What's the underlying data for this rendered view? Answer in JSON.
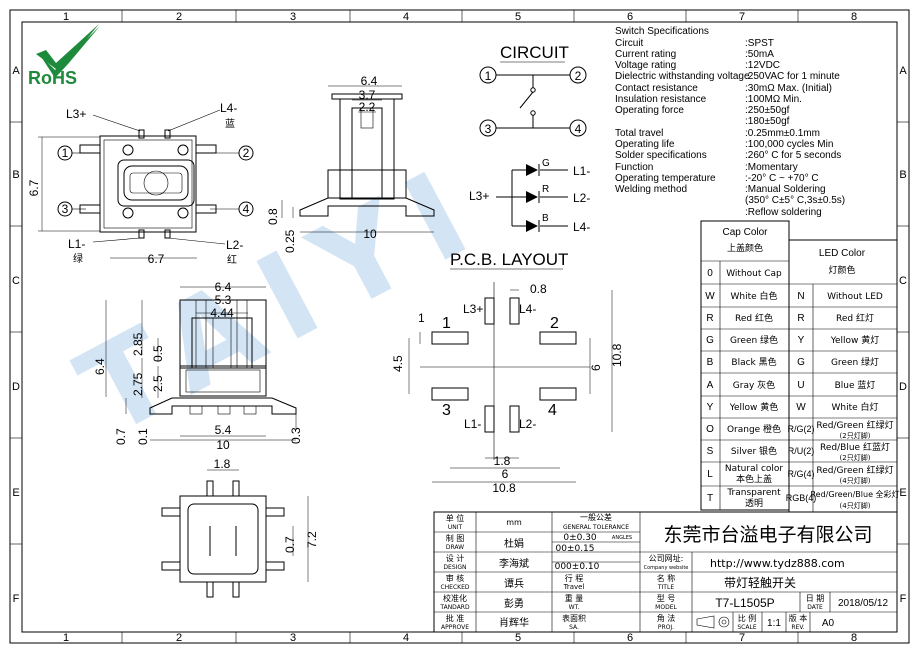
{
  "frame": {
    "cols": [
      "1",
      "2",
      "3",
      "4",
      "5",
      "6",
      "7",
      "8"
    ],
    "rows": [
      "A",
      "B",
      "C",
      "D",
      "E",
      "F"
    ]
  },
  "logo": {
    "text": "RoHS",
    "color": "#1e8a3c"
  },
  "watermark": {
    "text": "TAIYI",
    "color": "#3a86d6"
  },
  "circuit": {
    "title": "CIRCUIT",
    "pins": [
      "1",
      "2",
      "3",
      "4"
    ],
    "led_labels": {
      "g": "G",
      "r": "R",
      "b": "B"
    },
    "leds": [
      "L1-",
      "L2-",
      "L4-"
    ],
    "common": "L3+"
  },
  "top_view": {
    "l3": "L3+",
    "l4": "L4-",
    "l4_color": "蓝",
    "l1": "L1-",
    "l1_color": "绿",
    "l2": "L2-",
    "l2_color": "红",
    "pins": [
      "1",
      "2",
      "3",
      "4"
    ],
    "dim_h": "6.7",
    "dim_w": "6.7"
  },
  "side_view": {
    "w64": "6.4",
    "w37": "3.7",
    "w22": "2.2",
    "d08": "0.8",
    "d025": "0.25",
    "d10": "10"
  },
  "front_view": {
    "w64": "6.4",
    "w53": "5.3",
    "w444": "4.44",
    "h285": "2.85",
    "h05": "0.5",
    "h64": "6.4",
    "h275": "2.75",
    "h25": "2.5",
    "h07": "0.7",
    "h01": "0.1",
    "w54": "5.4",
    "w10": "10",
    "h03": "0.3"
  },
  "bottom_view": {
    "w18": "1.8",
    "h07": "0.7",
    "h72": "7.2"
  },
  "pcb": {
    "title": "P.C.B. LAYOUT",
    "l3": "L3+",
    "l4": "L4-",
    "l1": "L1-",
    "l2": "L2-",
    "d08": "0.8",
    "d1": "1",
    "d45": "4.5",
    "d6": "6",
    "d108v": "10.8",
    "d18": "1.8",
    "d6h": "6",
    "d108h": "10.8",
    "pads": [
      "1",
      "2",
      "3",
      "4"
    ]
  },
  "specs": {
    "heading": "Switch Specifications",
    "rows": [
      {
        "k": "Circuit",
        "v": ":SPST"
      },
      {
        "k": "Current rating",
        "v": ":50mA"
      },
      {
        "k": "Voltage rating",
        "v": ":12VDC"
      },
      {
        "k": "Dielectric withstanding voltage",
        "v": ":250VAC for 1 minute"
      },
      {
        "k": "Contact resistance",
        "v": ":30mΩ  Max. (Initial)"
      },
      {
        "k": "Insulation resistance",
        "v": ":100MΩ  Min."
      },
      {
        "k": "Operating force",
        "v": ":250±50gf"
      },
      {
        "k": "",
        "v": ":180±50gf"
      },
      {
        "k": "Total travel",
        "v": ":0.25mm±0.1mm"
      },
      {
        "k": "Operating life",
        "v": ":100,000 cycles Min"
      },
      {
        "k": "Solder specifications",
        "v": ":260° C for 5 seconds"
      },
      {
        "k": "Function",
        "v": ":Momentary"
      },
      {
        "k": "Operating temperature",
        "v": ":-20° C ~ +70° C"
      },
      {
        "k": "Welding method",
        "v": ":Manual Soldering"
      },
      {
        "k": "",
        "v": "(350° C±5° C,3s±0.5s)"
      },
      {
        "k": "",
        "v": ":Reflow soldering"
      }
    ]
  },
  "cap_table": {
    "title_en": "Cap Color",
    "title_cn": "上盖颜色",
    "rows": [
      {
        "code": "0",
        "name": "Without Cap"
      },
      {
        "code": "W",
        "name": "White  白色"
      },
      {
        "code": "R",
        "name": "Red    红色"
      },
      {
        "code": "G",
        "name": "Green  绿色"
      },
      {
        "code": "B",
        "name": "Black  黑色"
      },
      {
        "code": "A",
        "name": "Gray   灰色"
      },
      {
        "code": "Y",
        "name": "Yellow 黄色"
      },
      {
        "code": "O",
        "name": "Orange 橙色"
      },
      {
        "code": "S",
        "name": "Silver  银色"
      },
      {
        "code": "L",
        "name": "Natural color",
        "name2": "本色上盖"
      },
      {
        "code": "T",
        "name": "Transparent",
        "name2": "透明"
      }
    ]
  },
  "led_table": {
    "title_en": "LED Color",
    "title_cn": "灯颜色",
    "rows": [
      {
        "code": "N",
        "name": "Without LED"
      },
      {
        "code": "R",
        "name": "Red   红灯"
      },
      {
        "code": "Y",
        "name": "Yellow 黄灯"
      },
      {
        "code": "G",
        "name": "Green 绿灯"
      },
      {
        "code": "U",
        "name": "Blue  蓝灯"
      },
      {
        "code": "W",
        "name": "White  白灯"
      },
      {
        "code": "R/G(2)",
        "name": "Red/Green 红绿灯",
        "name2": "(2只灯脚)"
      },
      {
        "code": "R/U(2)",
        "name": "Red/Blue 红蓝灯",
        "name2": "(2只灯脚)"
      },
      {
        "code": "R/G(4)",
        "name": "Red/Green 红绿灯",
        "name2": "(4只灯脚)"
      },
      {
        "code": "RGB(4)",
        "name": "Red/Green/Blue 全彩灯",
        "name2": "(4只灯脚)"
      }
    ]
  },
  "title_block": {
    "unit_cn": "单 位",
    "unit_en": "UNIT",
    "unit_val": "mm",
    "tol_cn": "一般公差",
    "tol_en": "GENERAL TOLERANCE",
    "draw_cn": "制 图",
    "draw_en": "DRAW",
    "draw_val": "杜娟",
    "design_cn": "设 计",
    "design_en": "DESIGN",
    "design_val": "李海斌",
    "check_cn": "审 核",
    "check_en": "CHECKED",
    "check_val": "谭兵",
    "std_cn": "校准化",
    "std_en": "TANDARD",
    "std_val": "彭勇",
    "appr_cn": "批 准",
    "appr_en": "APPROVE",
    "appr_val": "肖辉华",
    "tol1": "0±0.30",
    "tol1b": "ANGLES",
    "tol2": "00±0.15",
    "tol3": "000±0.10",
    "travel_cn": "行 程",
    "travel_en": "Travel",
    "wt_cn": "重 量",
    "wt_en": "WT.",
    "sa_cn": "表面积",
    "sa_en": "SA.",
    "company": "东莞市台溢电子有限公司",
    "website_cn": "公司网址:",
    "website_en": "Company website",
    "website": "http://www.tydz888.com",
    "title_cn": "名 称",
    "title_en": "TITLE",
    "title_val": "带灯轻触开关",
    "model_cn": "型 号",
    "model_en": "MODEL",
    "model_val": "T7-L1505P",
    "date_cn": "日 期",
    "date_en": "DATE",
    "date_val": "2018/05/12",
    "proj_cn": "角 法",
    "proj_en": "PROJ.",
    "scale_cn": "比 例",
    "scale_en": "SCALE",
    "scale_val": "1:1",
    "rev_cn": "版 本",
    "rev_en": "REV.",
    "rev_val": "A0"
  }
}
